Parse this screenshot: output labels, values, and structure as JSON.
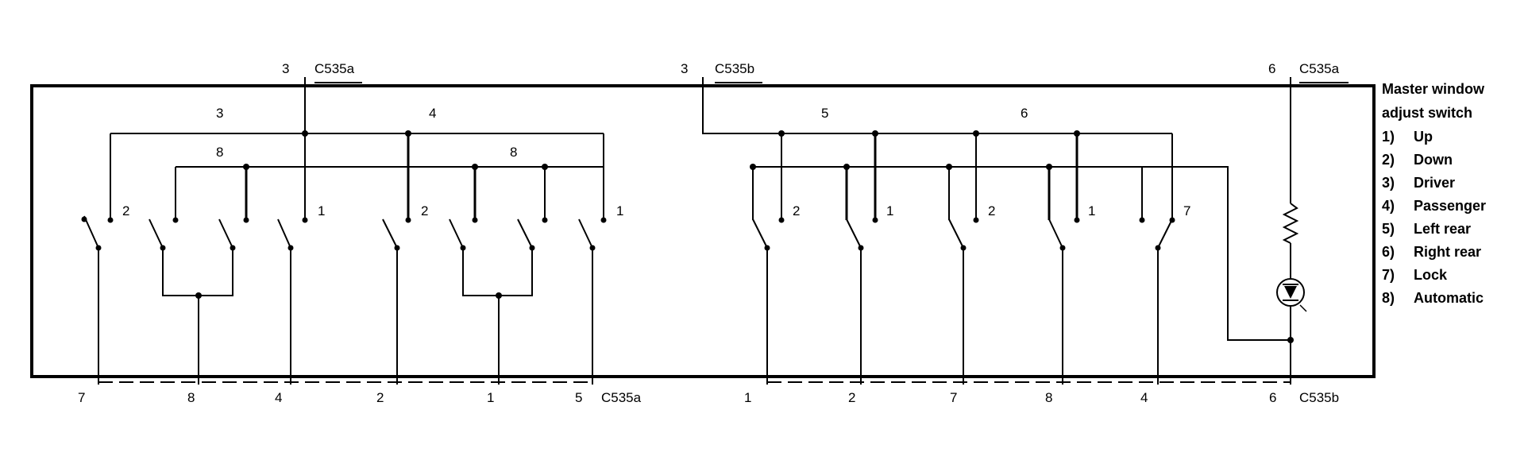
{
  "top_connectors": [
    {
      "pin": "3",
      "connector": "C535a"
    },
    {
      "pin": "3",
      "connector": "C535b"
    },
    {
      "pin": "6",
      "connector": "C535a"
    }
  ],
  "bus_labels": [
    "3",
    "4",
    "8",
    "8",
    "5",
    "6"
  ],
  "switch_position_labels": [
    "2",
    "1",
    "2",
    "1",
    "2",
    "1",
    "2",
    "1",
    "7"
  ],
  "bottom_pins": [
    "7",
    "8",
    "4",
    "2",
    "1",
    "5",
    "1",
    "2",
    "7",
    "8",
    "4",
    "6"
  ],
  "bottom_connectors": [
    "C535a",
    "C535b"
  ],
  "legend": {
    "title_line1": "Master window",
    "title_line2": "adjust switch",
    "items": [
      {
        "num": "1)",
        "label": "Up"
      },
      {
        "num": "2)",
        "label": "Down"
      },
      {
        "num": "3)",
        "label": "Driver"
      },
      {
        "num": "4)",
        "label": "Passenger"
      },
      {
        "num": "5)",
        "label": "Left rear"
      },
      {
        "num": "6)",
        "label": "Right rear"
      },
      {
        "num": "7)",
        "label": "Lock"
      },
      {
        "num": "8)",
        "label": "Automatic"
      }
    ]
  }
}
